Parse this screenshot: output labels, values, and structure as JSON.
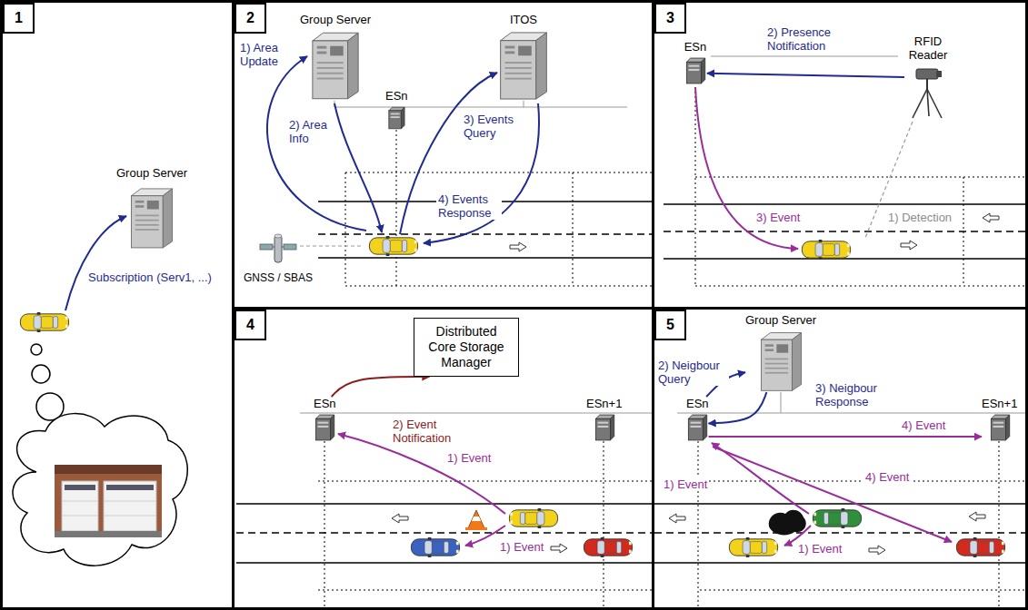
{
  "diagram": {
    "nodes": [
      {
        "text": [
          "1"
        ]
      },
      {
        "text": [
          "Group Server"
        ],
        "in": 0
      },
      {
        "text": [
          "2"
        ]
      },
      {
        "text": [
          "Group Server"
        ],
        "in": 2
      },
      {
        "text": [
          "ITOS"
        ],
        "in": 2
      },
      {
        "text": [
          "ESn"
        ],
        "in": 2
      },
      {
        "text": [
          "GNSS / SBAS"
        ],
        "in": 2
      },
      {
        "text": [
          "3"
        ]
      },
      {
        "text": [
          "ESn"
        ],
        "in": 7
      },
      {
        "text": [
          "RFID Reader"
        ],
        "in": 7
      },
      {
        "text": [
          "4"
        ]
      },
      {
        "text": [
          "Distributed Core Storage Manager"
        ],
        "in": 10
      },
      {
        "text": [
          "ESn"
        ],
        "in": 10
      },
      {
        "text": [
          "ESn+1"
        ],
        "in": 10
      },
      {
        "text": [
          "5"
        ]
      },
      {
        "text": [
          "Group Server"
        ],
        "in": 14
      },
      {
        "text": [
          "ESn"
        ],
        "in": 14
      },
      {
        "text": [
          "ESn+1"
        ],
        "in": 14
      }
    ],
    "edges": [
      {
        "from": 9,
        "to": 8,
        "arrow": "to",
        "label": "2) Presence Notification"
      },
      {
        "from": 12,
        "to": 11,
        "arrow": "to",
        "label": "2) Event Notification"
      },
      {
        "from": 16,
        "to": 15,
        "arrow": "to",
        "label": "2) Neigbour Query"
      },
      {
        "from": 15,
        "to": 16,
        "arrow": "to",
        "label": "3) Neigbour Response"
      },
      {
        "from": 16,
        "to": 17,
        "arrow": "to",
        "label": "4) Event"
      }
    ],
    "labels": [
      "Subscription (Serv1, ...)",
      "1) Area Update",
      "2) Area Info",
      "3) Events Query",
      "4) Events Response",
      "1) Detection",
      "3) Event",
      "1) Event",
      "1) Event",
      "1) Event",
      "1) Event",
      "4) Event"
    ]
  }
}
